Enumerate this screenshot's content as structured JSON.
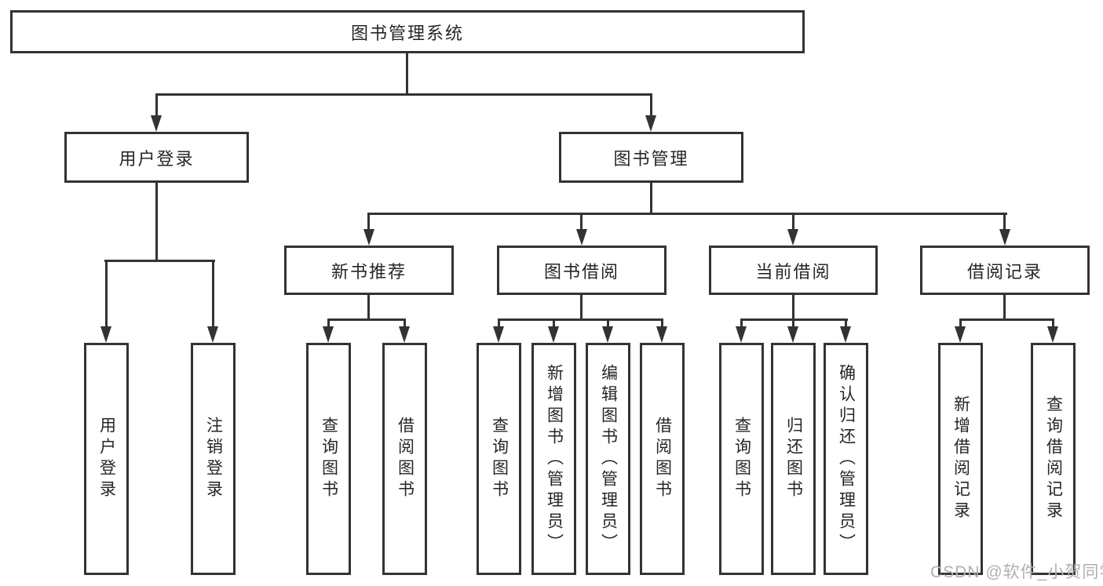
{
  "colors": {
    "background": "#ffffff",
    "line": "#333333",
    "box_border": "#333333",
    "text": "#262626",
    "watermark": "#b0b0b0"
  },
  "watermark": {
    "text": "CSDN @软件_小贺同学"
  },
  "tree": {
    "root": {
      "label": "图书管理系统",
      "children": [
        {
          "label": "用户登录",
          "children": [
            {
              "label": "用户登录"
            },
            {
              "label": "注销登录"
            }
          ]
        },
        {
          "label": "图书管理",
          "children": [
            {
              "label": "新书推荐",
              "children": [
                {
                  "label": "查询图书"
                },
                {
                  "label": "借阅图书"
                }
              ]
            },
            {
              "label": "图书借阅",
              "children": [
                {
                  "label": "查询图书"
                },
                {
                  "label": "新增图书（管理员）"
                },
                {
                  "label": "编辑图书（管理员）"
                },
                {
                  "label": "借阅图书"
                }
              ]
            },
            {
              "label": "当前借阅",
              "children": [
                {
                  "label": "查询图书"
                },
                {
                  "label": "归还图书"
                },
                {
                  "label": "确认归还（管理员）"
                }
              ]
            },
            {
              "label": "借阅记录",
              "children": [
                {
                  "label": "新增借阅记录"
                },
                {
                  "label": "查询借阅记录"
                }
              ]
            }
          ]
        }
      ]
    }
  }
}
